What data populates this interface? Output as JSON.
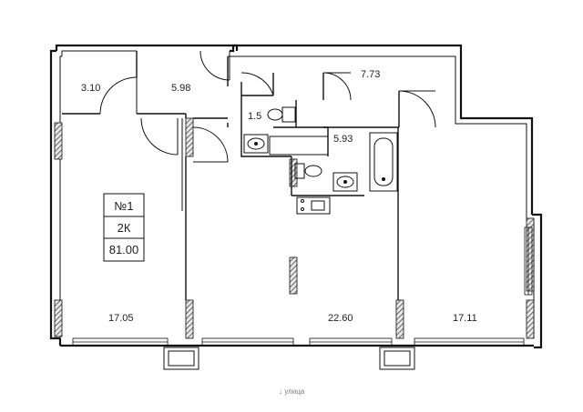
{
  "apartment": {
    "number": "№1",
    "rooms": "2К",
    "area": "81.00"
  },
  "rooms": [
    {
      "id": "storage",
      "area": "3.10"
    },
    {
      "id": "hall",
      "area": "5.98"
    },
    {
      "id": "corridor",
      "area": "7.73"
    },
    {
      "id": "wc",
      "area": "1.5"
    },
    {
      "id": "bathroom",
      "area": "5.93"
    },
    {
      "id": "living-kitchen",
      "area": "17.05"
    },
    {
      "id": "living-room",
      "area": "22.60"
    },
    {
      "id": "bedroom",
      "area": "17.11"
    }
  ],
  "street": {
    "label": "улица",
    "icon": "arrow-down-icon"
  },
  "colors": {
    "wall": "#111111",
    "hatch": "#555555"
  }
}
